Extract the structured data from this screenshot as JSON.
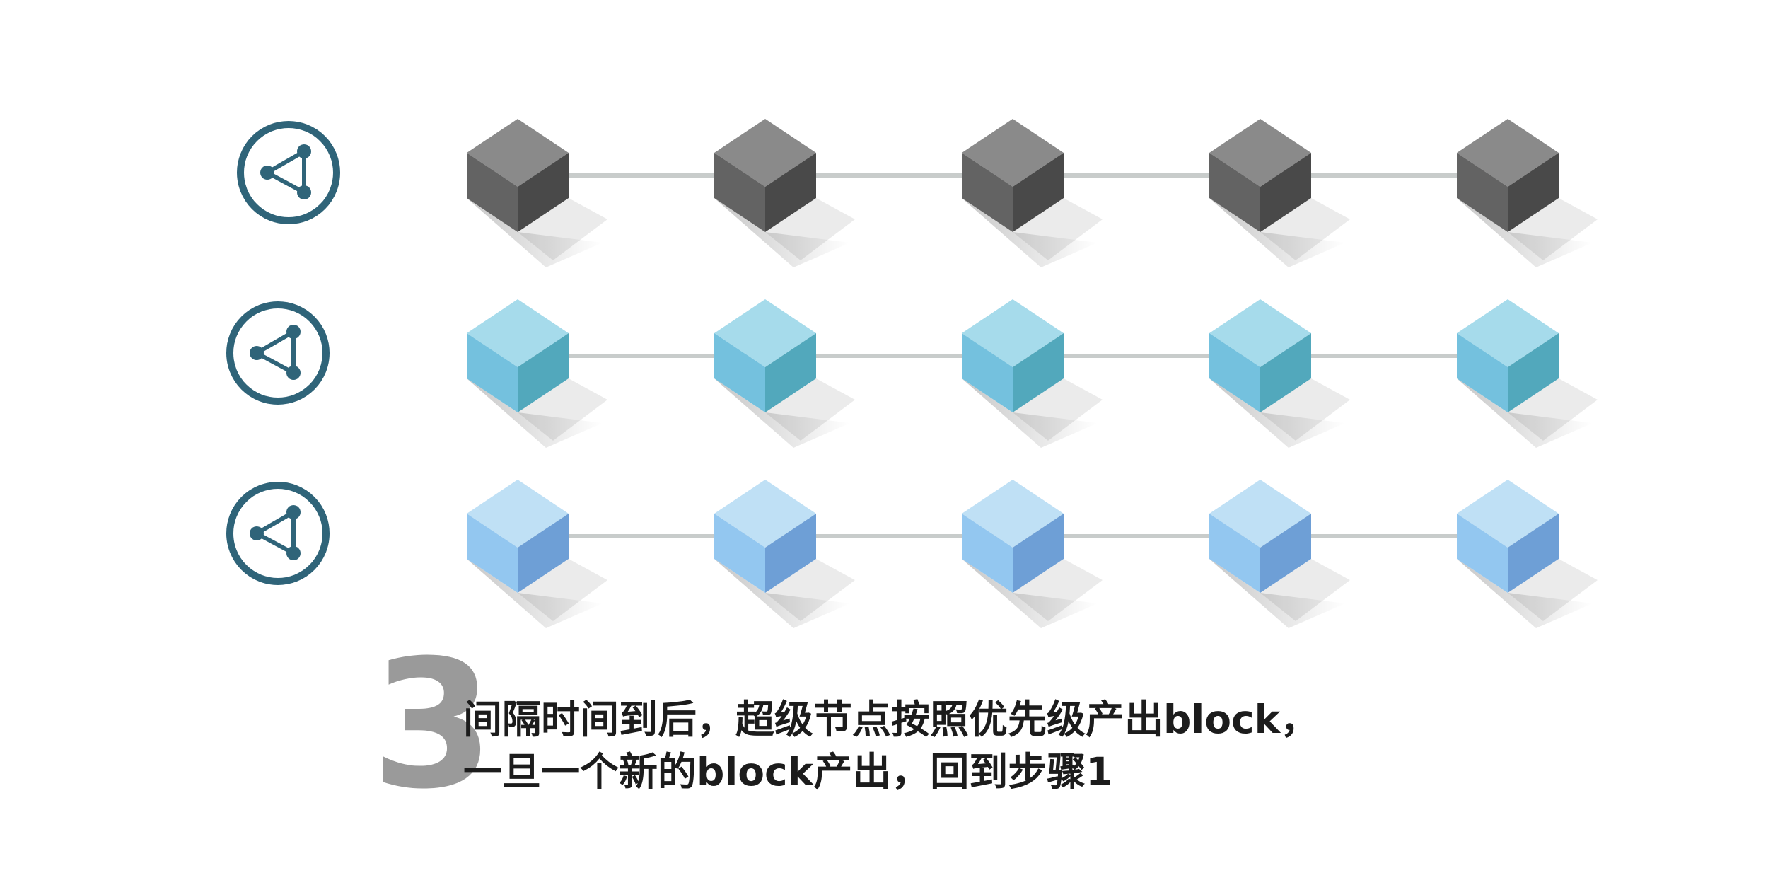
{
  "diagram": {
    "node_icon": "node-network-icon",
    "rows": [
      {
        "blocks": 5,
        "color_top": "#8a8a8a",
        "color_left": "#636363",
        "color_right": "#494949"
      },
      {
        "blocks": 5,
        "color_top": "#a6dbeb",
        "color_left": "#74c1de",
        "color_right": "#52a8bc"
      },
      {
        "blocks": 5,
        "color_top": "#bfe0f5",
        "color_left": "#93c7f0",
        "color_right": "#6e9fd6"
      }
    ],
    "icon_color": "#2f6479",
    "connector_color": "#c8cccb"
  },
  "caption": {
    "step_number": "3",
    "line1": "间隔时间到后，超级节点按照优先级产出block，",
    "line2": "一旦一个新的block产出，回到步骤1"
  }
}
